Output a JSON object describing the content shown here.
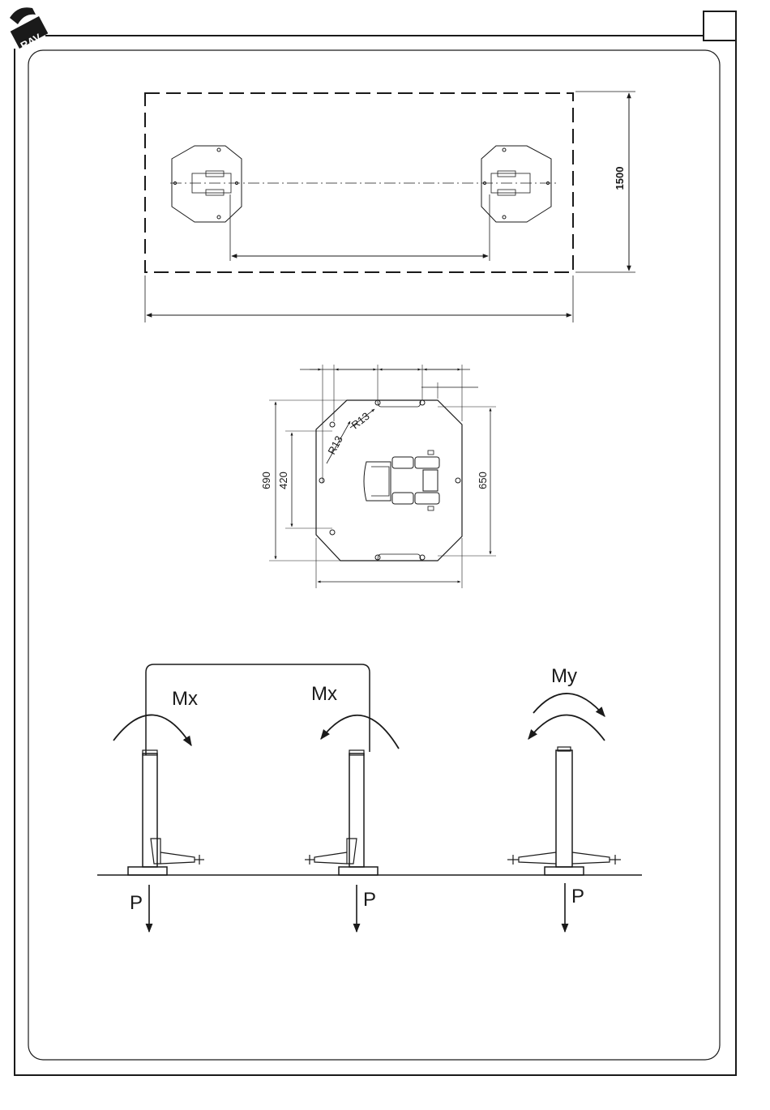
{
  "header": {
    "logo_text": "RAV",
    "page_number": ""
  },
  "top_view": {
    "width_dimension": "1500"
  },
  "base_plate": {
    "radius_upper": "R13",
    "radius_lower": "R13",
    "height_outer": "690",
    "height_inner": "420",
    "height_right": "650"
  },
  "load_figures": {
    "moment_left": "Mx",
    "moment_center": "Mx",
    "moment_right": "My",
    "force_left": "P",
    "force_center": "P",
    "force_right": "P"
  }
}
